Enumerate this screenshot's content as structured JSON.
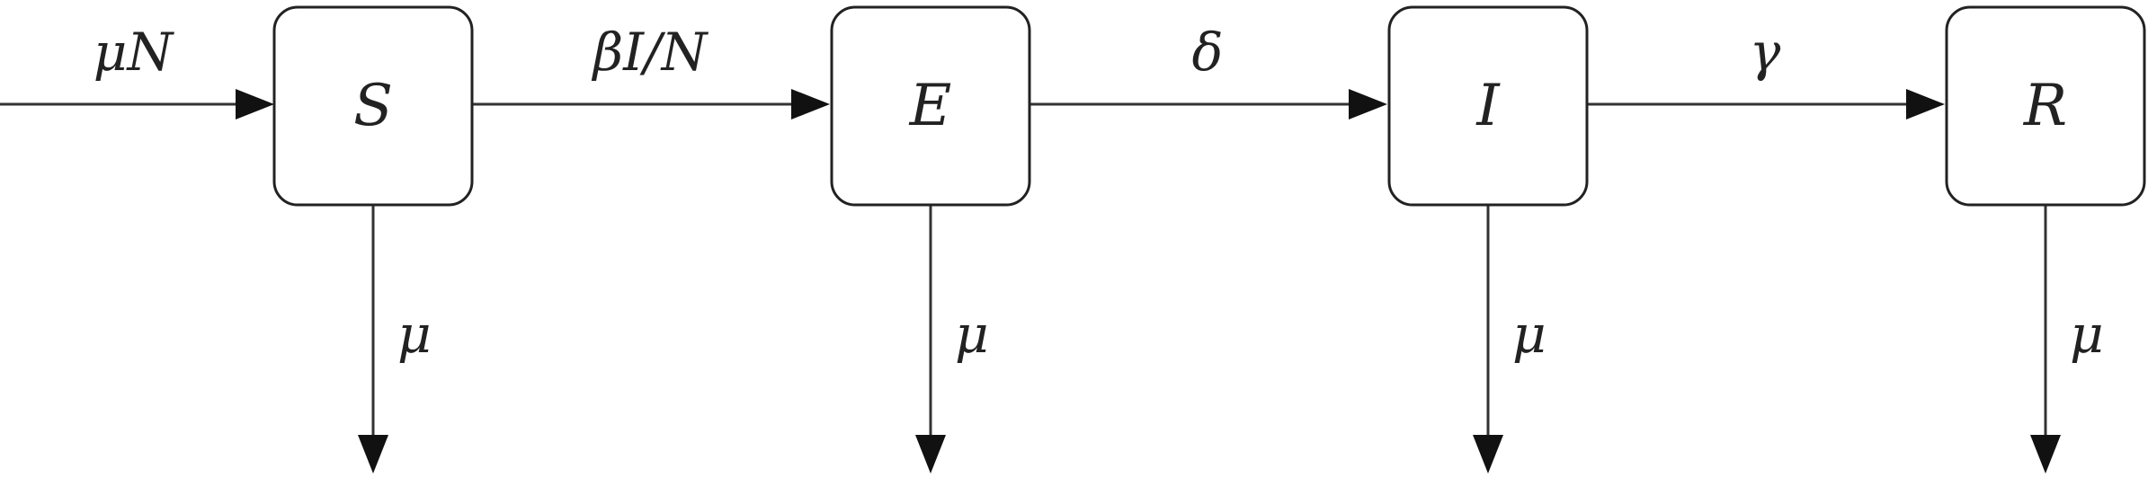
{
  "diagram": {
    "compartments": [
      {
        "id": "S",
        "label": "S"
      },
      {
        "id": "E",
        "label": "E"
      },
      {
        "id": "I",
        "label": "I"
      },
      {
        "id": "R",
        "label": "R"
      }
    ],
    "inflow": {
      "to": "S",
      "label": "μN"
    },
    "transitions": [
      {
        "from": "S",
        "to": "E",
        "label": "βI/N"
      },
      {
        "from": "E",
        "to": "I",
        "label": "δ"
      },
      {
        "from": "I",
        "to": "R",
        "label": "γ"
      }
    ],
    "outflows": [
      {
        "from": "S",
        "label": "μ"
      },
      {
        "from": "E",
        "label": "μ"
      },
      {
        "from": "I",
        "label": "μ"
      },
      {
        "from": "R",
        "label": "μ"
      }
    ],
    "colors": {
      "stroke": "#222222",
      "arrow": "#111111",
      "background": "#ffffff"
    }
  }
}
